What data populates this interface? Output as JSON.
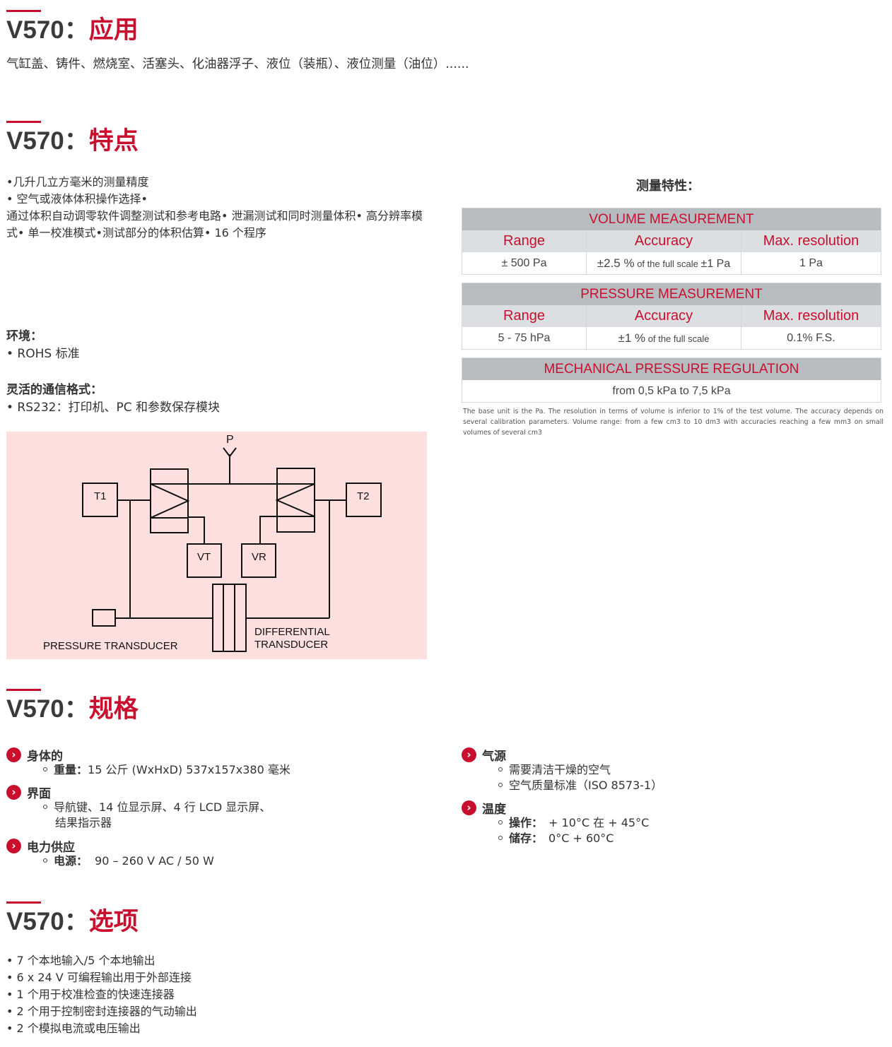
{
  "sections": {
    "application": {
      "model": "V570：",
      "title": "应用",
      "text": "气缸盖、铸件、燃烧室、活塞头、化油器浮子、液位（装瓶）、液位测量（油位）......"
    },
    "features": {
      "model": "V570：",
      "title": "特点",
      "line1": "•几升几立方毫米的测量精度",
      "line2": "• 空气或液体体积操作选择•",
      "para": "通过体积自动调零软件调整测试和参考电路• 泄漏测试和同时测量体积• 高分辨率模式• 单一校准模式•测试部分的体积估算• 16 个程序"
    },
    "environment": {
      "label": "环境：",
      "item": "• ROHS 标准"
    },
    "communication": {
      "label": "灵活的通信格式：",
      "item": "• RS232：打印机、PC 和参数保存模块"
    },
    "specs": {
      "model": "V570：",
      "title": "规格"
    },
    "options": {
      "model": "V570：",
      "title": "选项",
      "items": [
        "• 7 个本地输入/5 个本地输出",
        "• 6 x 24 V 可编程输出用于外部连接",
        "• 1 个用于校准检查的快速连接器",
        "• 2 个用于控制密封连接器的气动输出",
        "• 2 个模拟电流或电压输出"
      ]
    }
  },
  "measurement": {
    "title": "测量特性：",
    "volume": {
      "header": "VOLUME MEASUREMENT",
      "cols": [
        "Range",
        "Accuracy",
        "Max. resolution"
      ],
      "range": "± 500 Pa",
      "acc_big": "±2.5 %",
      "acc_small": " of the full scale ",
      "acc_tail": "±1 Pa",
      "resolution": "1 Pa"
    },
    "pressure": {
      "header": "PRESSURE MEASUREMENT",
      "cols": [
        "Range",
        "Accuracy",
        "Max. resolution"
      ],
      "range": "5 - 75 hPa",
      "acc_big": "±1 %",
      "acc_small": " of the full scale",
      "resolution": "0.1% F.S."
    },
    "regulation": {
      "header": "MECHANICAL PRESSURE REGULATION",
      "value": "from 0,5 kPa to 7,5 kPa"
    },
    "note": "The base unit is the Pa. The resolution in terms of volume is inferior to 1% of the test volume. The accuracy depends on several calibration parameters. Volume range: from a few cm3 to 10 dm3 with accuracies reaching a few mm3 on small volumes of several cm3"
  },
  "diagram": {
    "p": "P",
    "t1": "T1",
    "t2": "T2",
    "vt": "VT",
    "vr": "VR",
    "pressure_transducer": "PRESSURE TRANSDUCER",
    "differential_1": "DIFFERENTIAL",
    "differential_2": "TRANSDUCER"
  },
  "spec_groups": {
    "body": {
      "label": "身体的",
      "k": "重量：",
      "v": "15 公斤 (WxHxD) 537x157x380 毫米"
    },
    "interface": {
      "label": "界面",
      "line1": "导航键、14 位显示屏、4 行 LCD 显示屏、",
      "line2": "结果指示器"
    },
    "power": {
      "label": "电力供应",
      "k": "电源：",
      "v": "90 – 260 V AC / 50 W"
    },
    "air": {
      "label": "气源",
      "item1": "需要清洁干燥的空气",
      "item2": "空气质量标准（ISO 8573-1）"
    },
    "temp": {
      "label": "温度",
      "k1": "操作：",
      "v1": "+ 10°C 在 + 45°C",
      "k2": "储存：",
      "v2": "0°C + 60°C"
    }
  },
  "colors": {
    "accent": "#c8102e",
    "diagram_bg": "#fde0dd",
    "table_head": "#b7bcc1",
    "table_sub": "#dcdfe2"
  },
  "icons": {
    "spec_bullet": "chevron-right-circle-icon"
  }
}
